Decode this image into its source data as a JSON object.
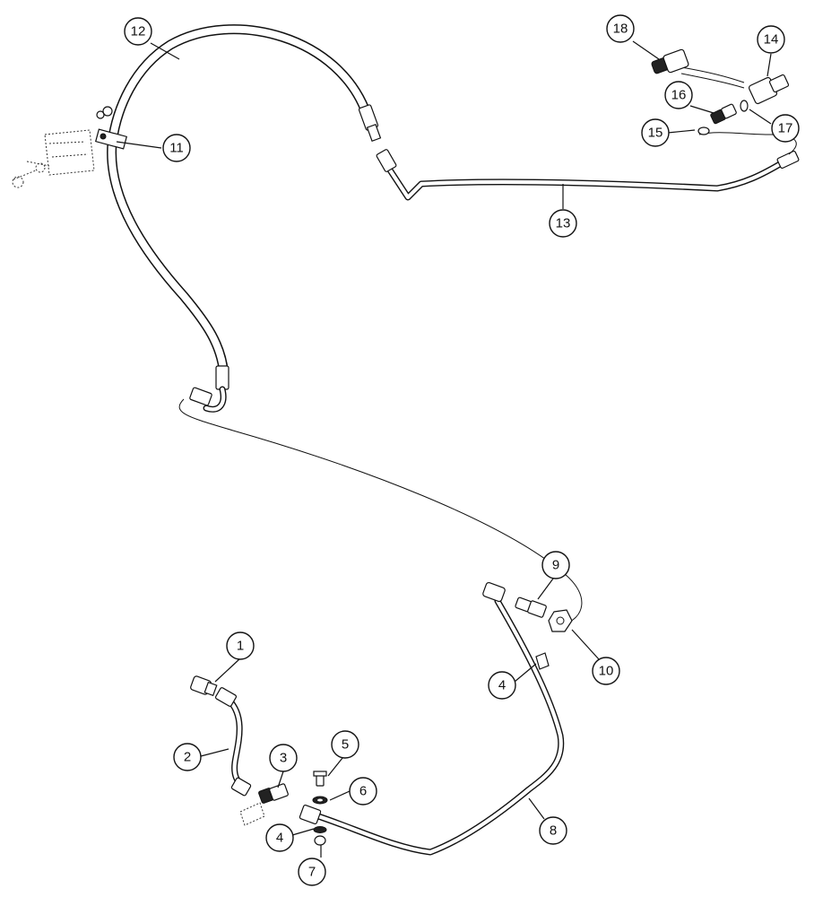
{
  "callouts": [
    {
      "id": "c1",
      "label": "1"
    },
    {
      "id": "c2",
      "label": "2"
    },
    {
      "id": "c3",
      "label": "3"
    },
    {
      "id": "c4a",
      "label": "4"
    },
    {
      "id": "c4b",
      "label": "4"
    },
    {
      "id": "c5",
      "label": "5"
    },
    {
      "id": "c6",
      "label": "6"
    },
    {
      "id": "c7",
      "label": "7"
    },
    {
      "id": "c8",
      "label": "8"
    },
    {
      "id": "c9",
      "label": "9"
    },
    {
      "id": "c10",
      "label": "10"
    },
    {
      "id": "c11",
      "label": "11"
    },
    {
      "id": "c12",
      "label": "12"
    },
    {
      "id": "c13",
      "label": "13"
    },
    {
      "id": "c14",
      "label": "14"
    },
    {
      "id": "c15",
      "label": "15"
    },
    {
      "id": "c16",
      "label": "16"
    },
    {
      "id": "c17",
      "label": "17"
    },
    {
      "id": "c18",
      "label": "18"
    }
  ]
}
